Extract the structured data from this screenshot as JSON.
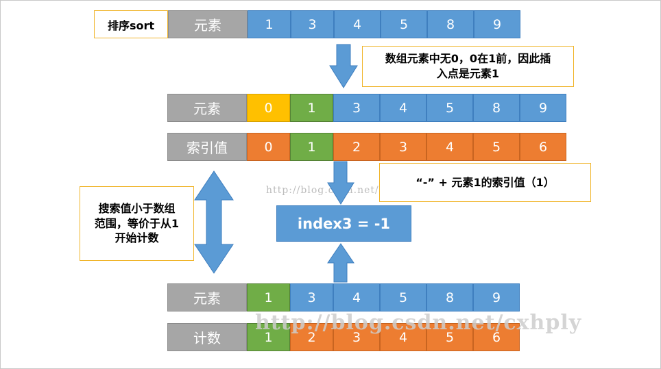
{
  "sort_label": "排序sort",
  "row1": {
    "label": "元素",
    "values": [
      "1",
      "3",
      "4",
      "5",
      "8",
      "9"
    ]
  },
  "callout_insert": {
    "line1": "数组元素中无0，0在1前，因此插",
    "line2": "入点是元素1"
  },
  "row2": {
    "label": "元素",
    "values": [
      "0",
      "1",
      "3",
      "4",
      "5",
      "8",
      "9"
    ]
  },
  "row3": {
    "label": "索引值",
    "values": [
      "0",
      "1",
      "2",
      "3",
      "4",
      "5",
      "6"
    ]
  },
  "callout_index": {
    "text": "“-” + 元素1的索引值（1）"
  },
  "result": {
    "text": "index3 = -1"
  },
  "callout_count": {
    "line1": "搜索值小于数组",
    "line2": "范围，等价于从1",
    "line3": "开始计数"
  },
  "row4": {
    "label": "元素",
    "values": [
      "1",
      "3",
      "4",
      "5",
      "8",
      "9"
    ]
  },
  "row5": {
    "label": "计数",
    "values": [
      "1",
      "2",
      "3",
      "4",
      "5",
      "6"
    ]
  },
  "watermark_small": "http://blog.csdn.net/",
  "watermark_big": "http://blog.csdn.net/cxhply",
  "colors": {
    "blue": "#5b9bd5",
    "orange": "#ed7d31",
    "green": "#70ad47",
    "yellow": "#ffc000",
    "gray": "#a6a6a6",
    "callout_border": "#f0b429"
  }
}
